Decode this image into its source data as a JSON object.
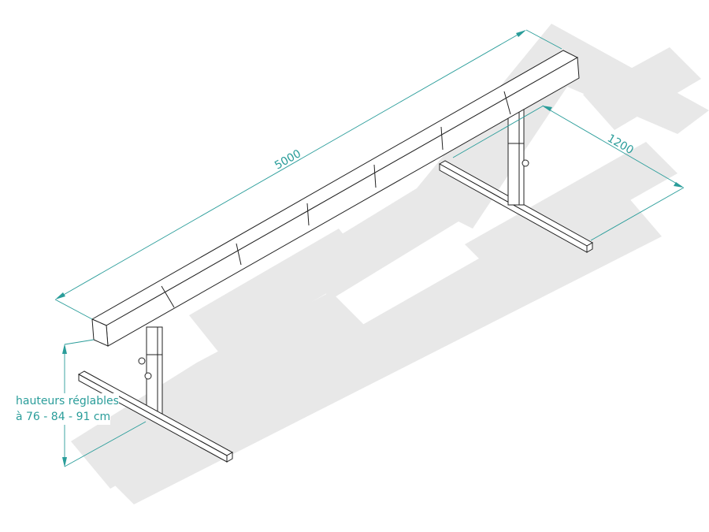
{
  "dimensions": {
    "length": "5000",
    "width": "1200",
    "height_note_line1": "hauteurs réglables",
    "height_note_line2": "à 76 - 84 - 91 cm"
  },
  "watermark": "DIMA",
  "colors": {
    "dimension": "#2a9d9a",
    "watermark": "#e6e6e6",
    "line": "#222222"
  }
}
